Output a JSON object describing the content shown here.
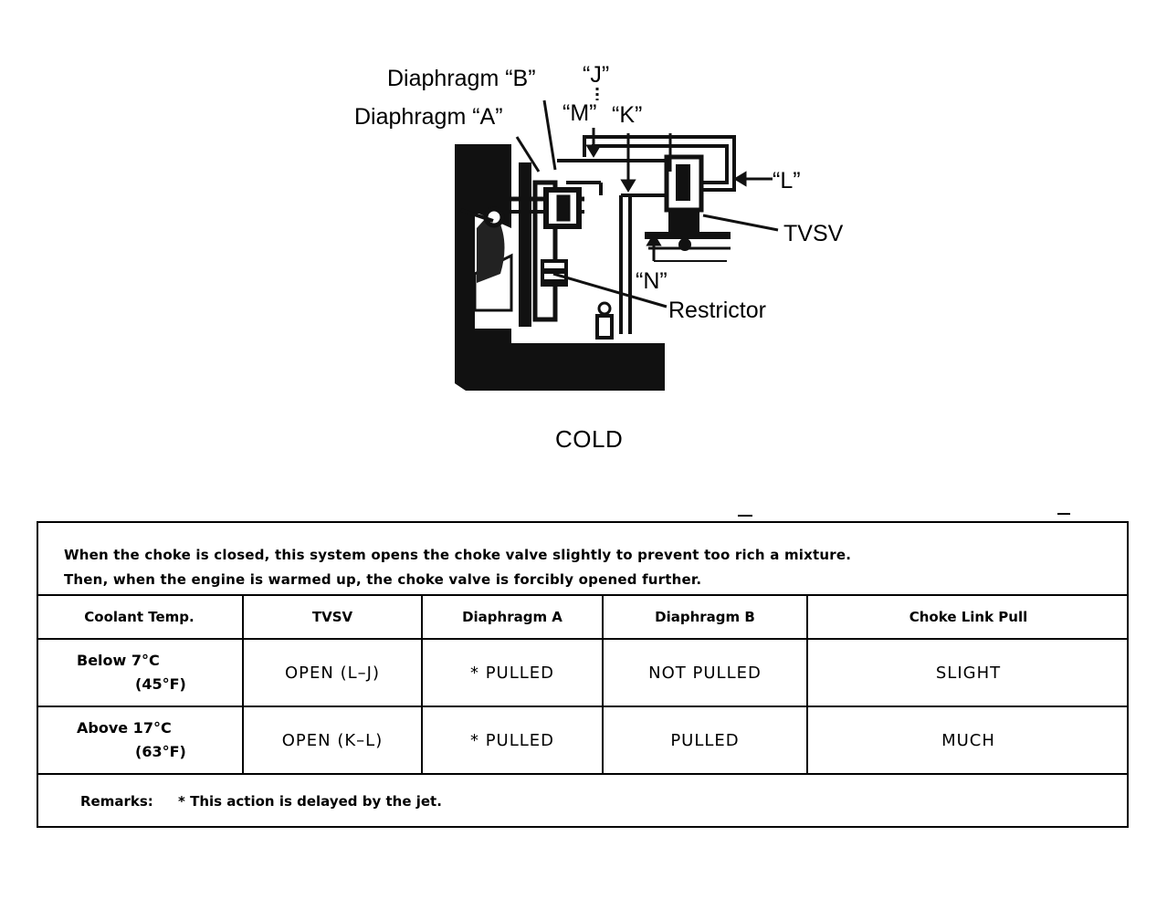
{
  "figure": {
    "labels": {
      "diaphragm_b": "Diaphragm “B”",
      "j": "“J”",
      "diaphragm_a": "Diaphragm “A”",
      "m": "“M”",
      "k": "“K”",
      "l": "“L”",
      "tvsv": "TVSV",
      "n": "“N”",
      "restrictor": "Restrictor"
    },
    "caption": "COLD"
  },
  "spec": {
    "intro_line1": "When the choke is closed, this system opens the choke valve slightly to prevent too rich a mixture.",
    "intro_line2": "Then, when the engine is warmed up, the choke valve is forcibly opened further.",
    "headers": [
      "Coolant Temp.",
      "TVSV",
      "Diaphragm A",
      "Diaphragm B",
      "Choke Link Pull"
    ],
    "rows": [
      {
        "temp": "Below 7°C",
        "temp_f": "(45°F)",
        "tvsv": "OPEN (L–J)",
        "diaphragm_a": "* PULLED",
        "diaphragm_b": "NOT  PULLED",
        "choke_pull": "SLIGHT"
      },
      {
        "temp": "Above 17°C",
        "temp_f": "(63°F)",
        "tvsv": "OPEN (K–L)",
        "diaphragm_a": "* PULLED",
        "diaphragm_b": "PULLED",
        "choke_pull": "MUCH"
      }
    ],
    "remarks_label": "Remarks:",
    "remarks_text": "* This action is delayed by the jet."
  }
}
